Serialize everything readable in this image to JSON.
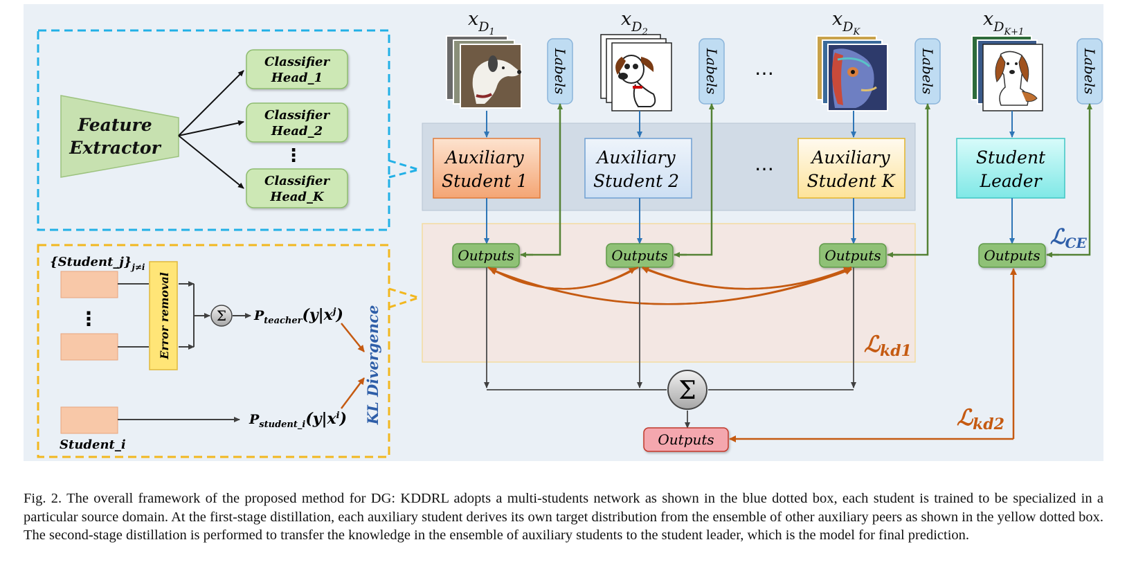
{
  "diagram": {
    "inputs": [
      {
        "var": "x",
        "sub": "D",
        "subsub": "1",
        "image": "pointer-dog-painting"
      },
      {
        "var": "x",
        "sub": "D",
        "subsub": "2",
        "image": "cartoon-dog"
      },
      {
        "var": "x",
        "sub": "D",
        "subsub": "K",
        "image": "abstract-dog-painting"
      },
      {
        "var": "x",
        "sub": "D",
        "subsub": "K+1",
        "image": "beagle-sketch"
      }
    ],
    "labels_text": "Labels",
    "ellipsis": "…",
    "students": [
      {
        "line1": "Auxiliary",
        "line2": "Student 1",
        "color": "#f6b88a"
      },
      {
        "line1": "Auxiliary",
        "line2": "Student 2",
        "color": "#dce9f8"
      },
      {
        "line1": "Auxiliary",
        "line2": "Student K",
        "color": "#fde9a8"
      },
      {
        "line1": "Student",
        "line2": "Leader",
        "color": "#9ff0ef"
      }
    ],
    "outputs_text": "Outputs",
    "sum_symbol": "Σ",
    "losses": {
      "kd1": {
        "main": "ℒ",
        "sub": "kd1"
      },
      "kd2": {
        "main": "ℒ",
        "sub": "kd2"
      },
      "ce": {
        "main": "ℒ",
        "sub": "CE"
      }
    },
    "blue_inset": {
      "feature_extractor": [
        "Feature",
        "Extractor"
      ],
      "heads": [
        [
          "Classifier",
          "Head_1"
        ],
        [
          "Classifier",
          "Head_2"
        ],
        [
          "Classifier",
          "Head_K"
        ]
      ],
      "vdots": "⋮"
    },
    "yellow_inset": {
      "student_j_set": "{Student_j}",
      "student_j_sub": "j≠i",
      "error_removal": "Error removal",
      "p_teacher": "P",
      "p_teacher_sub": "teacher",
      "p_teacher_arg": "(y|x",
      "p_teacher_sup": "j",
      "p_student": "P",
      "p_student_sub": "student_i",
      "p_student_arg": "(y|x",
      "p_student_sup": "i",
      "kl_divergence": "KL Divergence",
      "student_i": "Student_i",
      "vdots": "⋮"
    },
    "colors": {
      "background": "#eaf0f6",
      "blue_dash": "#22b0e6",
      "yellow_dash": "#f2b71f",
      "green_box": "#cde8b5",
      "green_stroke": "#8dbb6e",
      "arrow_blue": "#2e75b6",
      "arrow_green": "#548235",
      "arrow_orange": "#c55a11",
      "arrow_gray": "#595959",
      "label_box": "#bfdcf2",
      "outputs_green": "#8fc176",
      "outputs_red": "#f4a7ae"
    }
  },
  "caption": "Fig. 2.  The overall framework of the proposed method for DG: KDDRL adopts a multi-students network as shown in the blue dotted box, each student is trained to be specialized in a particular source domain. At the first-stage distillation, each auxiliary student derives its own target distribution from the ensemble of other auxiliary peers as shown in the yellow dotted box. The second-stage distillation is performed to transfer the knowledge in the ensemble of auxiliary students to the student leader, which is the model for final prediction."
}
